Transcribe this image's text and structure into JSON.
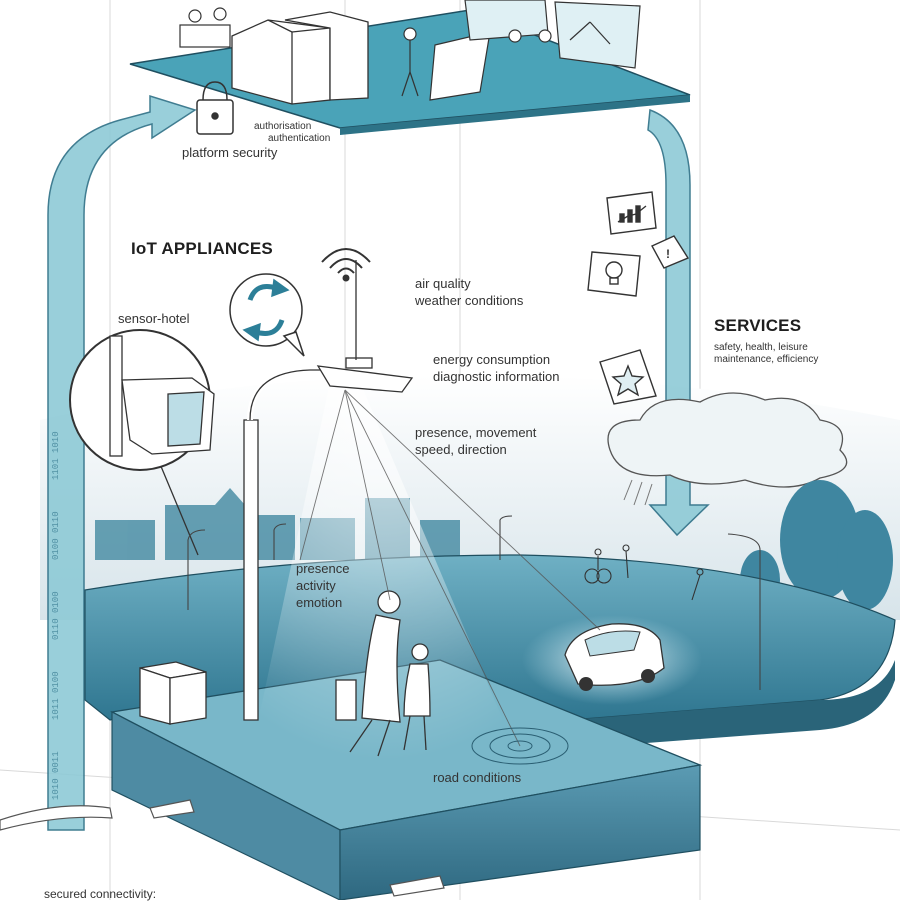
{
  "platform": {
    "auth_lines": [
      "authorisation",
      "authentication"
    ],
    "security_label": "platform security"
  },
  "iot": {
    "heading": "IoT APPLIANCES",
    "sensor_hotel": "sensor-hotel",
    "readings": {
      "air": [
        "air quality",
        "weather conditions"
      ],
      "energy": [
        "energy consumption",
        "diagnostic information"
      ],
      "presence_speed": [
        "presence, movement",
        "speed, direction"
      ],
      "presence_activity": [
        "presence",
        "activity",
        "emotion"
      ],
      "road": "road conditions"
    }
  },
  "services": {
    "heading": "SERVICES",
    "lines": [
      "safety, health, leisure",
      "maintenance, efficiency"
    ]
  },
  "connectivity": {
    "label": "secured connectivity:"
  },
  "binary_stream": [
    "1010 0011",
    "1011 0100",
    "0110 0100",
    "0100 0110",
    "1101 1010"
  ],
  "colors": {
    "teal": "#4a9fb4",
    "teal_light": "#8ecad6",
    "teal_dark": "#2c6f86",
    "block": "#3e7f9a"
  },
  "icons": [
    "refresh-icon",
    "wifi-signal-icon",
    "lock-icon",
    "chart-icon",
    "alert-icon",
    "lightbulb-icon",
    "star-icon"
  ]
}
